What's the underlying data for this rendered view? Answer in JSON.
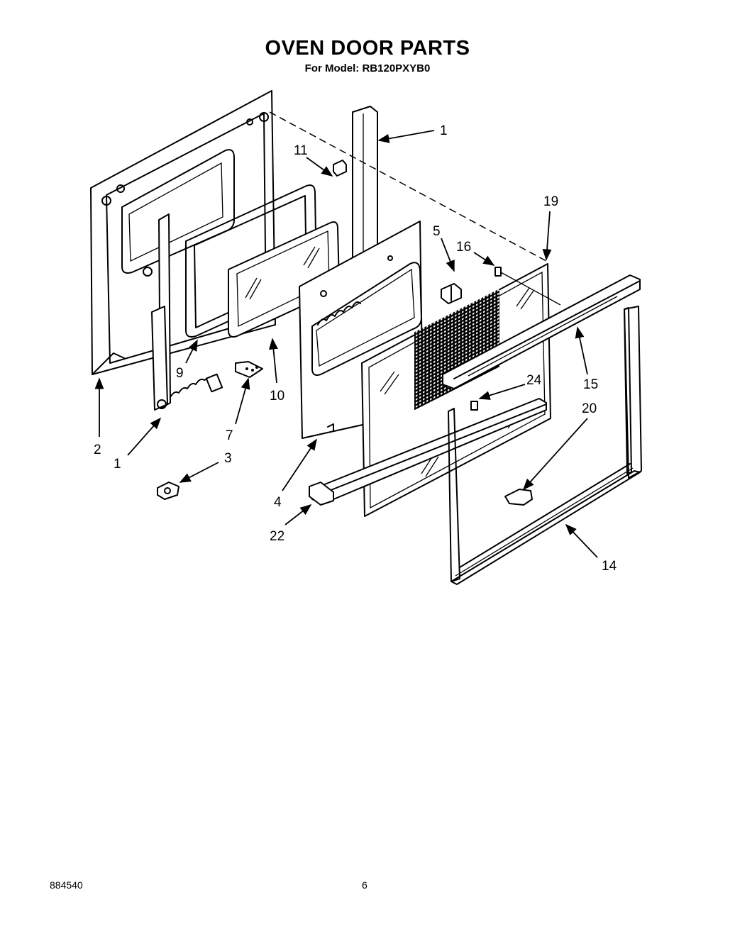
{
  "title": "OVEN DOOR PARTS",
  "subtitle": "For Model: RB120PXYB0",
  "footer": {
    "code": "884540",
    "page": "6"
  },
  "callouts": {
    "c1a": "1",
    "c11": "11",
    "c19": "19",
    "c5": "5",
    "c16": "16",
    "c15": "15",
    "c24": "24",
    "c20": "20",
    "c9": "9",
    "c10": "10",
    "c2": "2",
    "c1b": "1",
    "c7": "7",
    "c3": "3",
    "c4": "4",
    "c22": "22",
    "c14": "14"
  }
}
